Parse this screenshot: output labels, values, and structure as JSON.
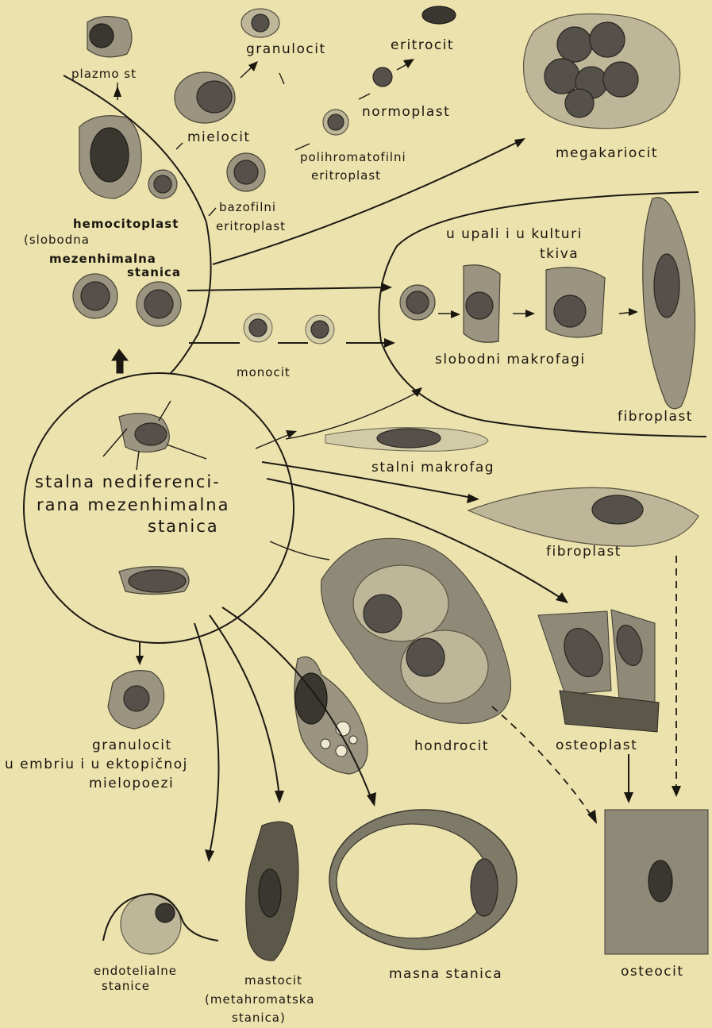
{
  "labels": {
    "plazmocit": "plazmo st",
    "granulocit": "granulocit",
    "eritrocit": "eritrocit",
    "normoplast": "normoplast",
    "megakariocit": "megakariocit",
    "mielocit": "mielocit",
    "polihromatofilni_1": "polihromatofilni",
    "polihromatofilni_2": "eritroplast",
    "bazofilni_1": "bazofilni",
    "bazofilni_2": "eritroplast",
    "hemocitoplast_1": "hemocitoplast",
    "hemocitoplast_2": "(slobodna",
    "hemocitoplast_3": "mezenhimalna",
    "hemocitoplast_4": "stanica",
    "upala_1": "u upali i u kulturi",
    "upala_2": "tkiva",
    "monocit": "monocit",
    "slobodni_makrofagi": "slobodni makrofagi",
    "fibroplast_top": "fibroplast",
    "stalni_makrofag": "stalni makrofag",
    "stalna_1": "stalna nediferenci-",
    "stalna_2": "rana mezenhimalna",
    "stalna_3": "stanica",
    "fibroplast_mid": "fibroplast",
    "granulocit_embrio_1": "granulocit",
    "granulocit_embrio_2": "u embriu i u ektopičnoj",
    "granulocit_embrio_3": "mielopoezi",
    "hondrocit": "hondrocit",
    "osteoplast": "osteoplast",
    "endotelialne_1": "endotelialne",
    "endotelialne_2": "stanice",
    "mastocit_1": "mastocit",
    "mastocit_2": "(metahromatska",
    "mastocit_3": "stanica)",
    "masna_stanica": "masna stanica",
    "osteocit": "osteocit"
  },
  "colors": {
    "paper": "#ece2ad",
    "ink": "#1a1610",
    "cell_fill": "#9a9480",
    "nucleus": "#55504a"
  }
}
